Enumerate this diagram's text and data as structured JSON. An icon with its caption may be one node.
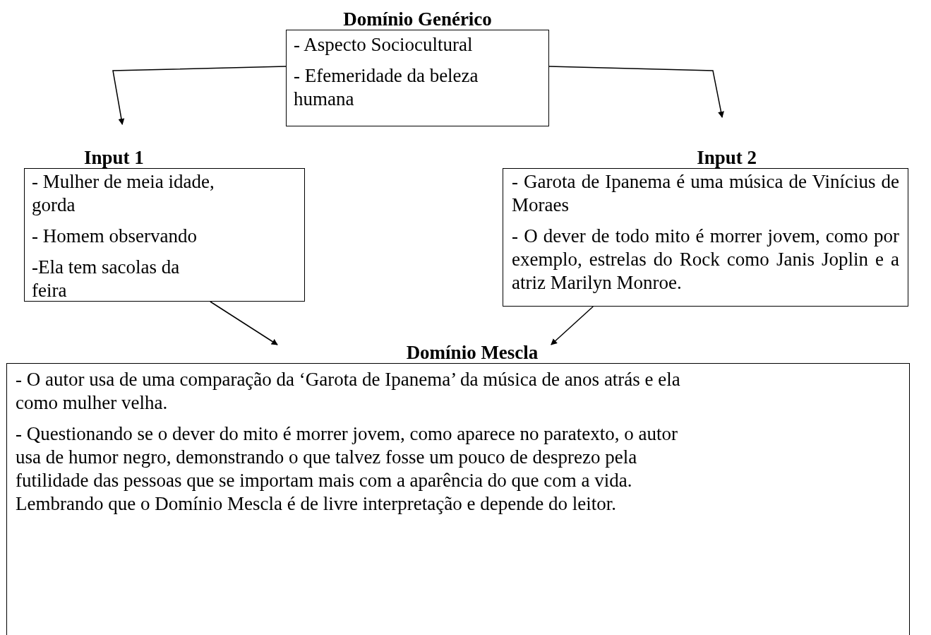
{
  "diagram": {
    "nodes": [
      {
        "text": [
          "Domínio Genérico",
          "- Aspecto Sociocultural",
          "- Efemeridade da beleza humana"
        ]
      },
      {
        "text": [
          "Input 1",
          "- Mulher de meia idade, gorda",
          "- Homem observando",
          "-Ela tem sacolas da feira"
        ]
      },
      {
        "text": [
          "Input 2",
          "- Garota de Ipanema é uma música de Vinícius de Moraes",
          "- O dever de todo mito é morrer jovem, como por exemplo, estrelas do Rock como Janis Joplin e a atriz Marilyn Monroe."
        ]
      },
      {
        "text": [
          "Domínio Mescla",
          "- O autor usa de uma comparação da ‘Garota de Ipanema’ da música de anos atrás e ela como mulher velha.",
          "- Questionando se o dever do mito é morrer jovem, como aparece no paratexto, o autor usa de humor negro, demonstrando o que talvez fosse um pouco de desprezo pela futilidade das pessoas que se importam mais com a aparência do que com a vida. Lembrando que o Domínio Mescla é de livre interpretação e depende do leitor."
        ]
      }
    ],
    "edges": [
      {
        "from": 0,
        "to": 1,
        "arrow": "to"
      },
      {
        "from": 0,
        "to": 2,
        "arrow": "to"
      },
      {
        "from": 1,
        "to": 3,
        "arrow": "to"
      },
      {
        "from": 2,
        "to": 3,
        "arrow": "to"
      }
    ]
  }
}
